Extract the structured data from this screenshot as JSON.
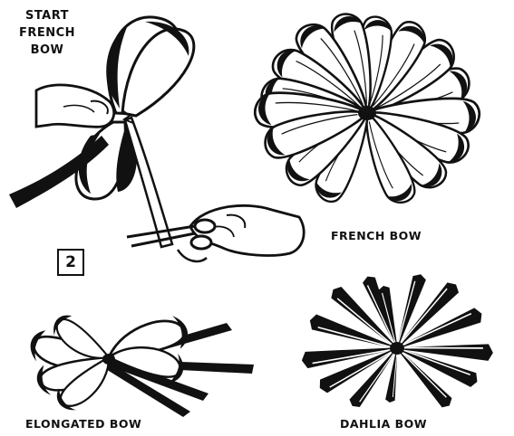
{
  "labels": {
    "start": [
      "START",
      "FRENCH",
      "BOW"
    ],
    "french_bow": "FRENCH BOW",
    "step": "2",
    "elongated_bow": "ELONGATED BOW",
    "dahlia_bow": "DAHLIA BOW"
  },
  "colors": {
    "ink": "#111111",
    "paper": "#ffffff"
  }
}
